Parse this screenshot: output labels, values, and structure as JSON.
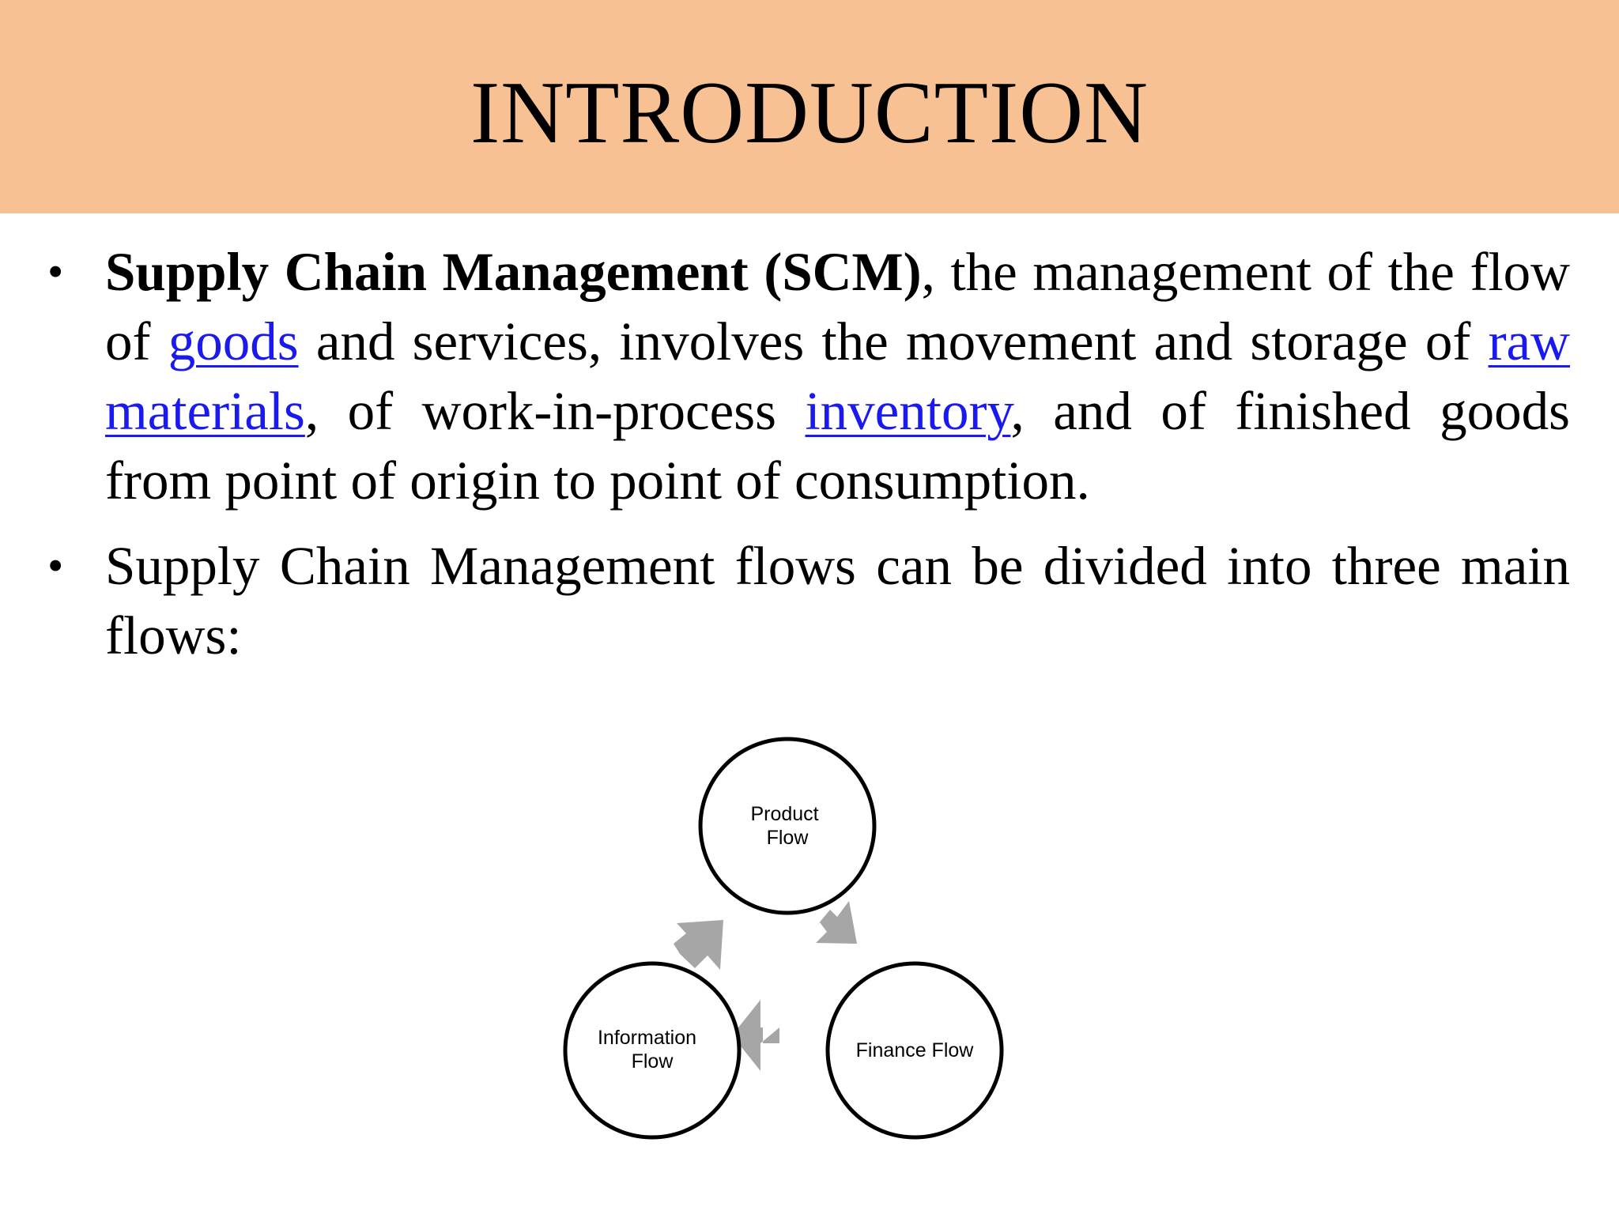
{
  "header": {
    "title": "INTRODUCTION"
  },
  "content": {
    "bullet_symbol": "•",
    "p1": {
      "bold_term": "Supply Chain Management",
      "space": " ",
      "paren_open": "(",
      "bold_abbrev": "SCM",
      "paren_close": ")",
      "text1": ", the management of the flow of ",
      "link1": "goods",
      "text2": " and services, involves the movement and storage of ",
      "link2": "raw materials",
      "text3": ", of work-in-process ",
      "link3": "inventory",
      "text4": ", and of finished goods from point of origin to point of consumption."
    },
    "p2": {
      "text": "Supply Chain Management flows can be divided into three main flows:"
    }
  },
  "diagram": {
    "nodes": [
      {
        "id": "product",
        "lines": [
          "Product",
          "Flow"
        ]
      },
      {
        "id": "finance",
        "lines": [
          "Finance Flow"
        ]
      },
      {
        "id": "information",
        "lines": [
          "Information",
          "Flow"
        ]
      }
    ],
    "arrow_color": "#A6A6A6"
  }
}
